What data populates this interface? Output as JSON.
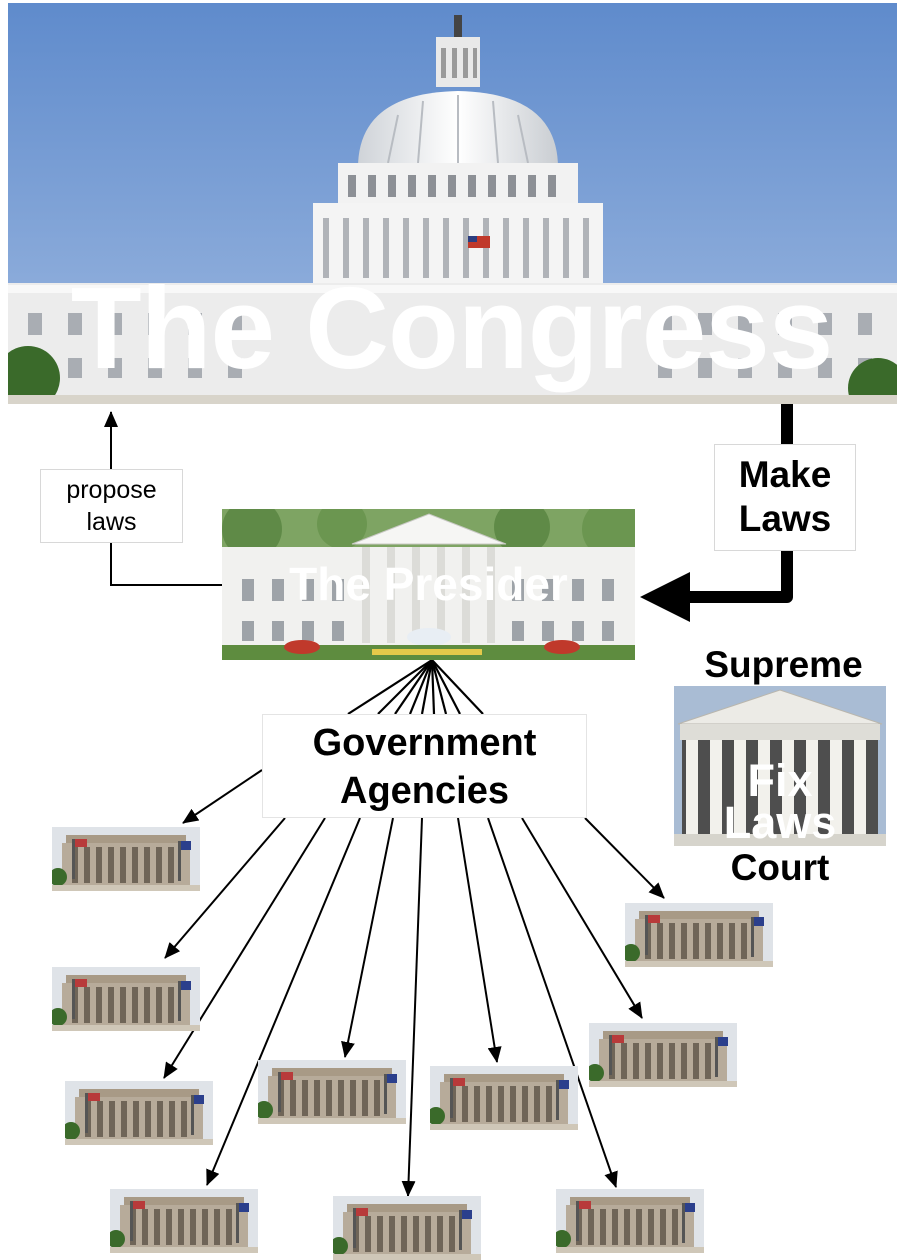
{
  "congress": {
    "title": "The Congress"
  },
  "arrows": {
    "propose": "propose\nlaws",
    "make": "Make\nLaws"
  },
  "president": {
    "title": "The Presider"
  },
  "court": {
    "top_label": "Supreme",
    "overlay": "Fix\nLaws",
    "bottom_label": "Court"
  },
  "agencies": {
    "label": "Government\nAgencies"
  },
  "colors": {
    "sky": "#6f95d0",
    "building": "#ececec",
    "agency_stone": "#b7ab9a",
    "tree": "#3a6a2a"
  }
}
